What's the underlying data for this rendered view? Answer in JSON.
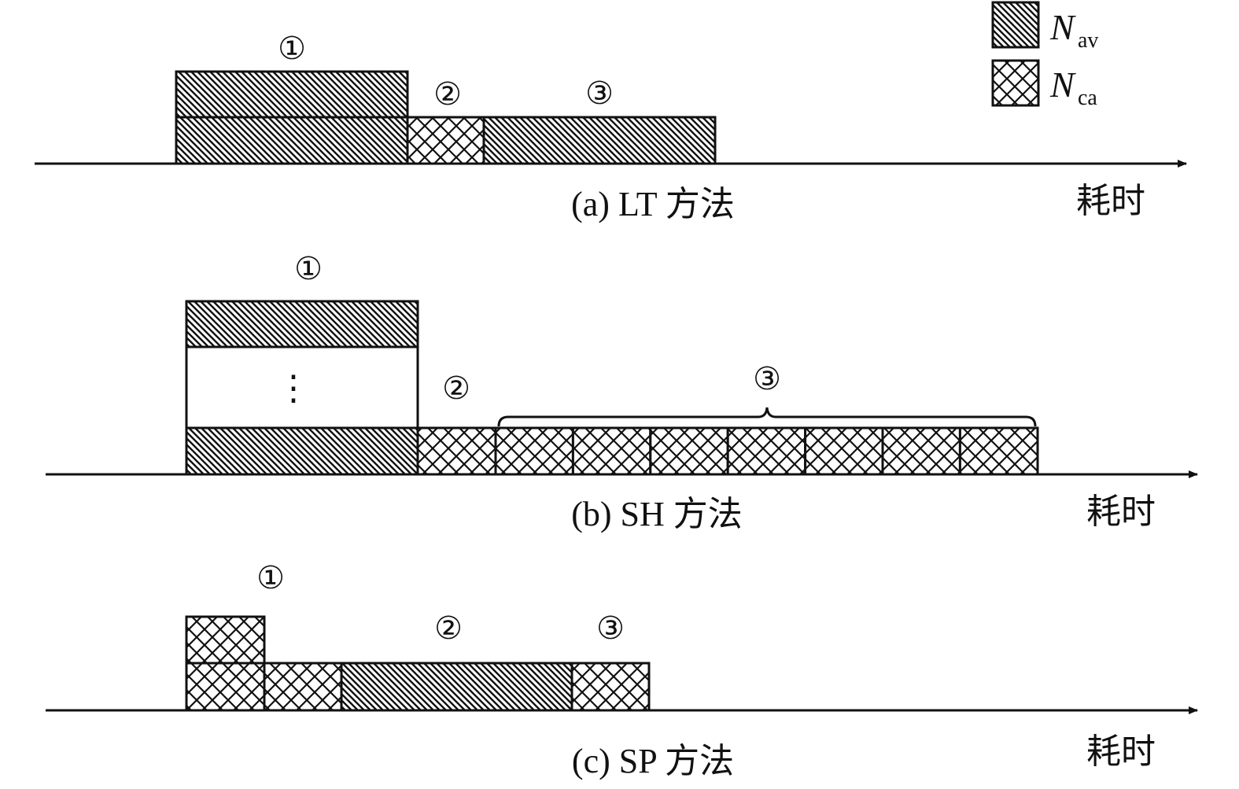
{
  "legend": {
    "av": {
      "symbol": "N",
      "sub": "av",
      "pattern": "diagonal-hatch"
    },
    "ca": {
      "symbol": "N",
      "sub": "ca",
      "pattern": "cross-hatch"
    }
  },
  "axis_label": "耗时",
  "panels": [
    {
      "caption": "(a)  LT 方法",
      "steps": [
        "①",
        "②",
        "③"
      ]
    },
    {
      "caption": "(b)  SH 方法",
      "steps": [
        "①",
        "②",
        "③"
      ],
      "ellipsis": "⋮"
    },
    {
      "caption": "(c)  SP 方法",
      "steps": [
        "①",
        "②",
        "③"
      ]
    }
  ],
  "colors": {
    "ink": "#111111",
    "background": "#ffffff"
  }
}
